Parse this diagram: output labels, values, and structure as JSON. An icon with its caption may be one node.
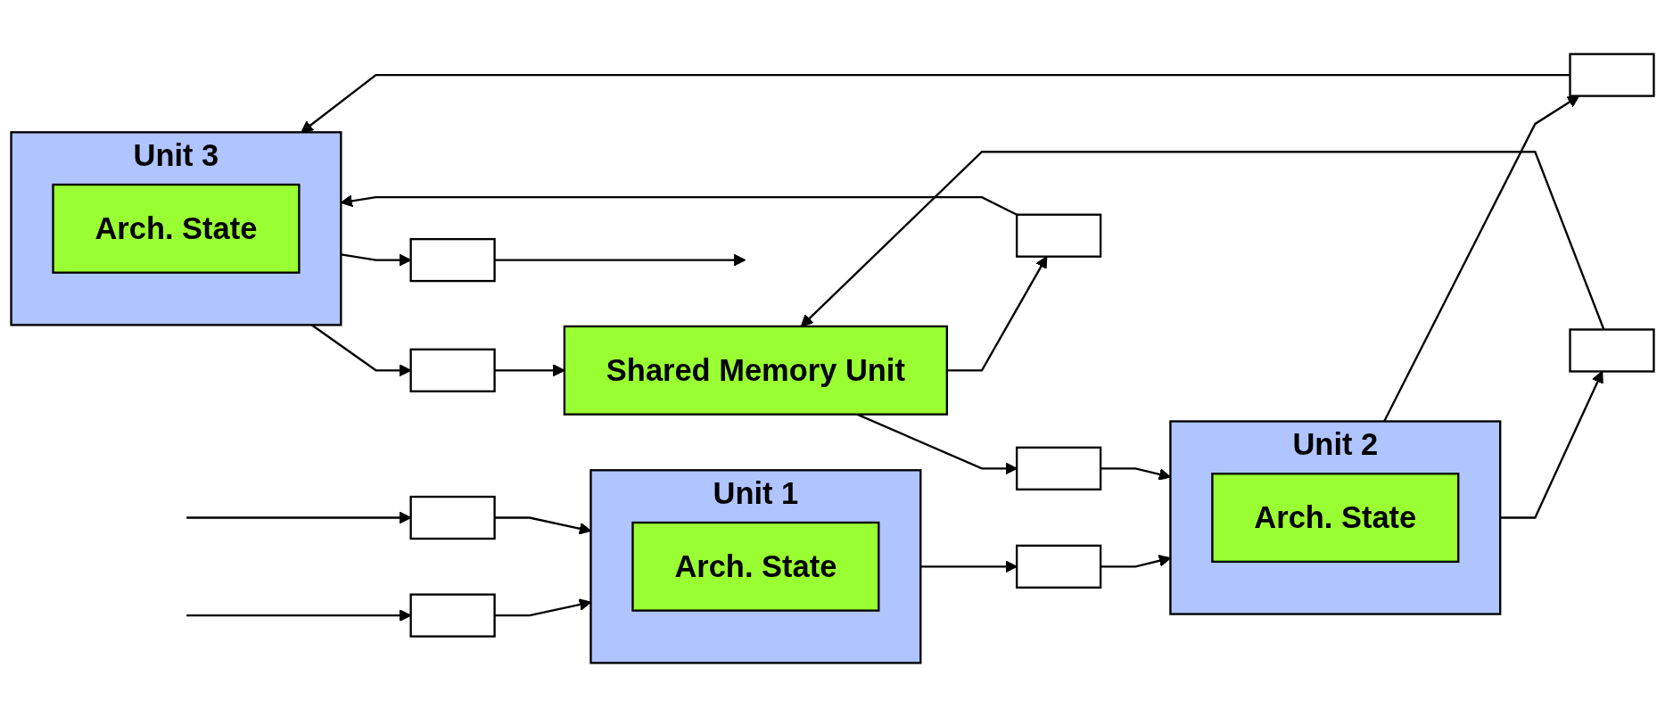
{
  "diagram": {
    "nodes": [
      {
        "text": [
          "Unit 1"
        ]
      },
      {
        "text": [
          "Arch. State"
        ],
        "in": 0
      },
      {
        "text": [
          "Unit 2"
        ]
      },
      {
        "text": [
          "Arch. State"
        ],
        "in": 2
      },
      {
        "text": [
          "Unit 3"
        ]
      },
      {
        "text": [
          "Arch. State"
        ],
        "in": 4
      },
      {
        "text": [
          "Shared Memory Unit"
        ]
      },
      {
        "text": [],
        "shape": "box"
      },
      {
        "text": [],
        "shape": "box"
      },
      {
        "text": [],
        "shape": "box"
      },
      {
        "text": [],
        "shape": "box"
      },
      {
        "text": [],
        "shape": "box"
      },
      {
        "text": [],
        "shape": "box"
      },
      {
        "text": [],
        "shape": "box"
      },
      {
        "text": [],
        "shape": "box"
      },
      {
        "text": [],
        "shape": "box"
      }
    ],
    "edges": [
      {
        "from": null,
        "to": 7,
        "arrow": "to"
      },
      {
        "from": 7,
        "to": 0,
        "arrow": "to"
      },
      {
        "from": null,
        "to": 8,
        "arrow": "to"
      },
      {
        "from": 8,
        "to": 0,
        "arrow": "to"
      },
      {
        "from": 0,
        "to": 9,
        "arrow": "to"
      },
      {
        "from": 9,
        "to": 2,
        "arrow": "to"
      },
      {
        "from": 2,
        "to": 10,
        "arrow": "to"
      },
      {
        "from": 10,
        "to": 4,
        "arrow": "to"
      },
      {
        "from": 4,
        "to": 11,
        "arrow": "to"
      },
      {
        "from": 11,
        "to": null,
        "arrow": "to"
      },
      {
        "from": 6,
        "to": 12,
        "arrow": "to"
      },
      {
        "from": 12,
        "to": 2,
        "arrow": "to"
      },
      {
        "from": 2,
        "to": 13,
        "arrow": "to"
      },
      {
        "from": 13,
        "to": 6,
        "arrow": "to"
      },
      {
        "from": 6,
        "to": 14,
        "arrow": "to"
      },
      {
        "from": 14,
        "to": 4,
        "arrow": "to"
      },
      {
        "from": 4,
        "to": 15,
        "arrow": "to"
      },
      {
        "from": 15,
        "to": 6,
        "arrow": "to"
      }
    ]
  }
}
